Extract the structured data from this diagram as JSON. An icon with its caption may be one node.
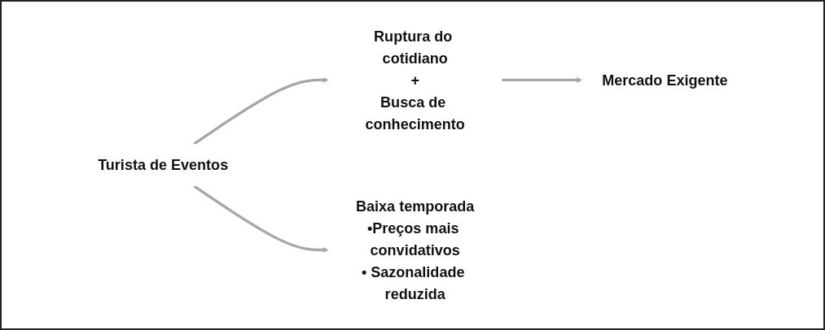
{
  "diagram": {
    "nodes": [
      {
        "text": [
          "Turista de Eventos"
        ]
      },
      {
        "text": [
          "Ruptura do cotidiano",
          "+",
          "Busca de conhecimento"
        ]
      },
      {
        "text": [
          "Baixa temporada",
          "•Preços mais convidativos",
          "• Sazonalidade reduzida"
        ]
      },
      {
        "text": [
          "Mercado Exigente"
        ]
      }
    ],
    "edges": [
      {
        "from": 0,
        "to": 1,
        "arrow": "to"
      },
      {
        "from": 0,
        "to": 2,
        "arrow": "to"
      },
      {
        "from": 1,
        "to": 3,
        "arrow": "to"
      }
    ]
  }
}
